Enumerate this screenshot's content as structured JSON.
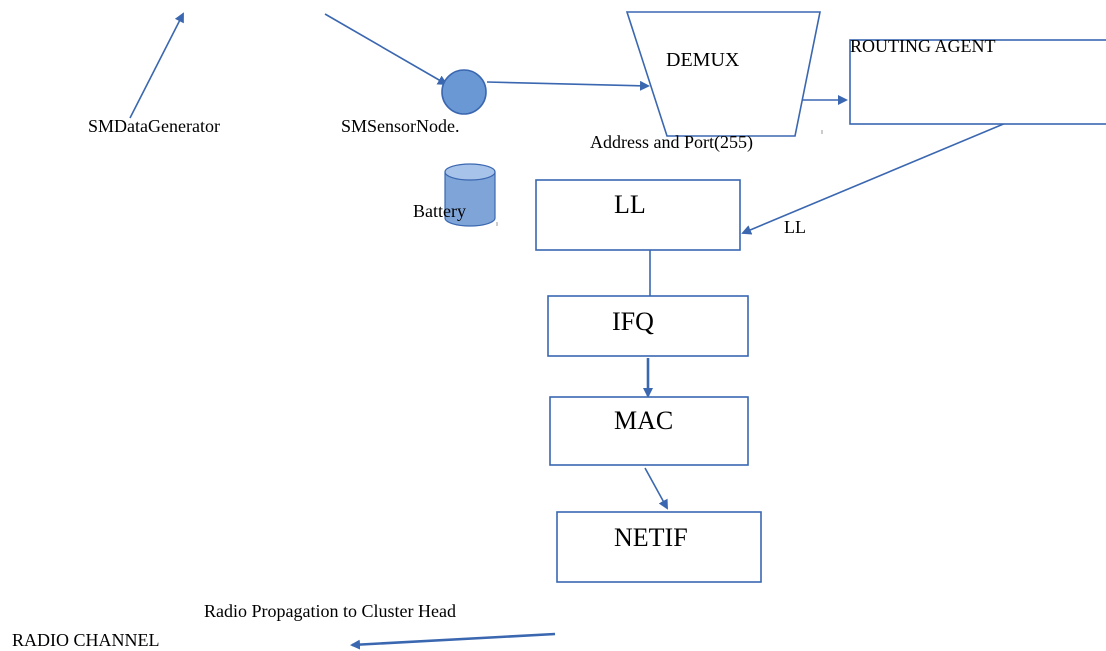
{
  "labels": {
    "data_generator": "SMDataGenerator",
    "sensor_node": "SMSensorNode.",
    "battery": "Battery",
    "demux": "DEMUX",
    "address_port": "Address and Port(255)",
    "routing_agent": "ROUTING AGENT",
    "ll_box": "LL",
    "ll_side": "LL",
    "ifq": "IFQ",
    "mac": "MAC",
    "netif": "NETIF",
    "radio_propagation": "Radio Propagation to Cluster Head",
    "radio_channel": "RADIO CHANNEL"
  },
  "colors": {
    "line": "#3a67b0",
    "node_fill": "#6a98d4",
    "battery_fill": "#7fa5d8"
  }
}
